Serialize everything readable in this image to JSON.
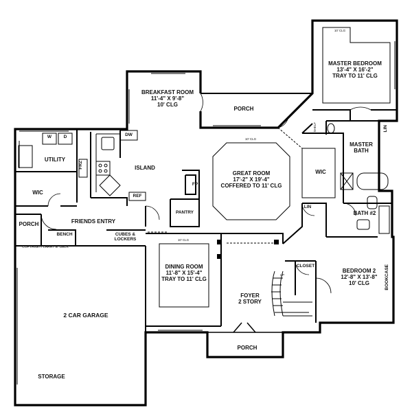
{
  "plan": {
    "copyright": "COPYRIGHT LARRY E. BELK",
    "rooms": {
      "breakfast": {
        "name": "BREAKFAST ROOM",
        "dims": "11'-4\" X 9'-8\"",
        "ceiling": "10' CLG"
      },
      "porch_rear": {
        "name": "PORCH"
      },
      "master_bedroom": {
        "name": "MASTER BEDROOM",
        "dims": "13'-4\" X 16'-2\"",
        "ceiling": "TRAY TO 11' CLG",
        "clg_note": "10' CLG"
      },
      "master_bath": {
        "name": "MASTER",
        "name2": "BATH",
        "lin": "LIN",
        "shelf": "SHELF"
      },
      "utility": {
        "name": "UTILITY",
        "w": "W",
        "d": "D",
        "frz": "FRZ"
      },
      "kitchen": {
        "island": "ISLAND",
        "dw": "DW",
        "ref": "REF"
      },
      "great_room": {
        "name": "GREAT ROOM",
        "dims": "17'-2\" X 19'-4\"",
        "ceiling": "COFFERED TO 11' CLG",
        "clg_note": "10' CLG",
        "fp": "FP"
      },
      "wic_left": {
        "name": "WIC"
      },
      "wic_master": {
        "name": "WIC",
        "lin": "LIN"
      },
      "porch_side": {
        "name": "PORCH"
      },
      "friends_entry": {
        "name": "FRIENDS ENTRY",
        "bench": "BENCH",
        "cubes": "CUBES &",
        "lockers": "LOCKERS"
      },
      "pantry": {
        "name": "PANTRY"
      },
      "bath2": {
        "name": "BATH #2"
      },
      "dining": {
        "name": "DINING ROOM",
        "dims": "11'-8\" X 15'-4\"",
        "ceiling": "TRAY TO 11' CLG",
        "clg_note": "10' CLG"
      },
      "closet": {
        "name": "CLOSET"
      },
      "bedroom2": {
        "name": "BEDROOM 2",
        "dims": "12'-8\" X 13'-8\"",
        "ceiling": "10' CLG",
        "bookcase": "BOOKCASE"
      },
      "foyer": {
        "name": "FOYER",
        "sub": "2 STORY",
        "up": "UP"
      },
      "garage": {
        "name": "2 CAR GARAGE",
        "storage": "STORAGE"
      },
      "porch_front": {
        "name": "PORCH"
      }
    }
  }
}
